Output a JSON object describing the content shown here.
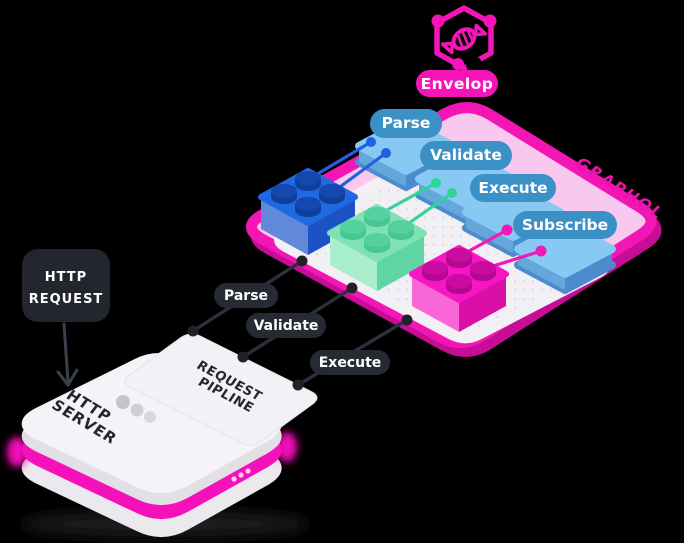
{
  "background": "#000000",
  "logo": {
    "icon": "envelop-candy-hexagon-icon",
    "label": "Envelop",
    "color": "#f414b8"
  },
  "board": {
    "watermark": "GRAPHQL",
    "fill": "#f9c8ef",
    "border": "#f316b4",
    "deck": "#f2f0f4",
    "stages": [
      {
        "label": "Parse",
        "connector_color": "#2160e0"
      },
      {
        "label": "Validate",
        "connector_color": "#2fd598"
      },
      {
        "label": "Execute",
        "connector_color": "#f318b8"
      },
      {
        "label": "Subscribe",
        "connector_color": "#f318b8"
      }
    ],
    "bricks": [
      {
        "name": "blue-plugin-brick",
        "color": "#1f6ae3"
      },
      {
        "name": "green-plugin-brick",
        "color": "#80e1b3"
      },
      {
        "name": "pink-plugin-brick",
        "color": "#f716c4"
      }
    ]
  },
  "flow": {
    "source": {
      "line1": "HTTP",
      "line2": "REQUEST"
    },
    "steps": [
      "Parse",
      "Validate",
      "Execute"
    ],
    "pipeline": {
      "line1": "REQUEST",
      "line2": "PIPLINE"
    }
  },
  "server": {
    "line1": "HTTP",
    "line2": "SERVER"
  }
}
